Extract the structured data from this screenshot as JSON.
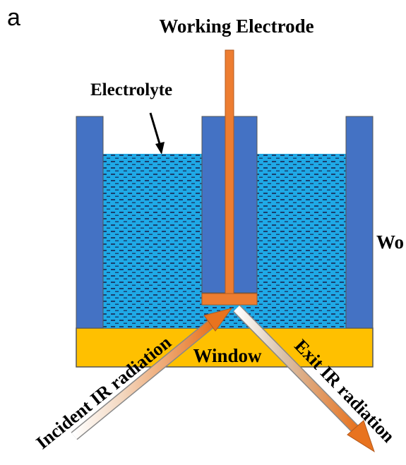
{
  "panel_letter": "a",
  "labels": {
    "working_electrode": "Working Electrode",
    "electrolyte": "Electrolyte",
    "window": "Window",
    "incident": "Incident IR radiation",
    "exit": "Exit IR radiation",
    "right_cut": "Wo"
  },
  "colors": {
    "cell_wall": "#4472c4",
    "electrolyte": "#1fa9e6",
    "electrolyte_dash": "#1a3f6e",
    "electrode": "#ed7d31",
    "window": "#ffc000",
    "outline": "#555555"
  }
}
